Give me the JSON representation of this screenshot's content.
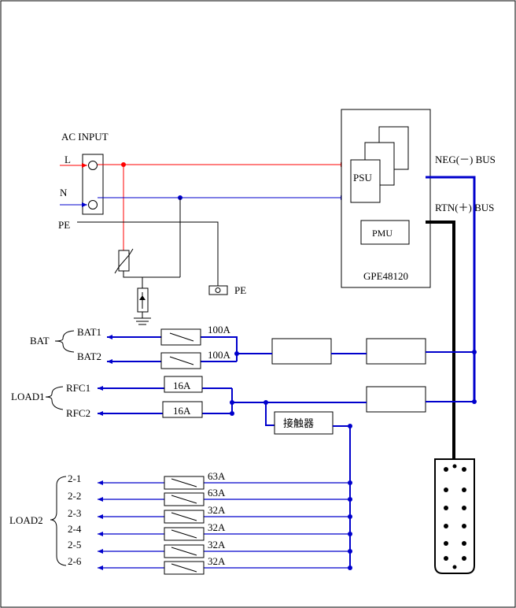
{
  "ac_input": {
    "title": "AC INPUT",
    "line_label": "L",
    "neutral_label": "N",
    "earth_label": "PE",
    "earth_terminal_label": "PE"
  },
  "rectifier": {
    "model": "GPE48120",
    "psu_label": "PSU",
    "pmu_label": "PMU"
  },
  "buses": {
    "neg_label": "NEG(－) BUS",
    "rtn_label": "RTN(＋) BUS"
  },
  "battery": {
    "group_label": "BAT",
    "branches": [
      {
        "name": "BAT1",
        "rating": "100A"
      },
      {
        "name": "BAT2",
        "rating": "100A"
      }
    ]
  },
  "load1": {
    "group_label": "LOAD1",
    "branches": [
      {
        "name": "RFC1",
        "rating": "16A"
      },
      {
        "name": "RFC2",
        "rating": "16A"
      }
    ]
  },
  "contactor": {
    "label": "接触器"
  },
  "load2": {
    "group_label": "LOAD2",
    "branches": [
      {
        "name": "2-1",
        "rating": "63A"
      },
      {
        "name": "2-2",
        "rating": "63A"
      },
      {
        "name": "2-3",
        "rating": "32A"
      },
      {
        "name": "2-4",
        "rating": "32A"
      },
      {
        "name": "2-5",
        "rating": "32A"
      },
      {
        "name": "2-6",
        "rating": "32A"
      }
    ]
  },
  "colors": {
    "line": "#ff0000",
    "neutral": "#0000cc",
    "dc": "#0000cc",
    "return": "#000000"
  }
}
